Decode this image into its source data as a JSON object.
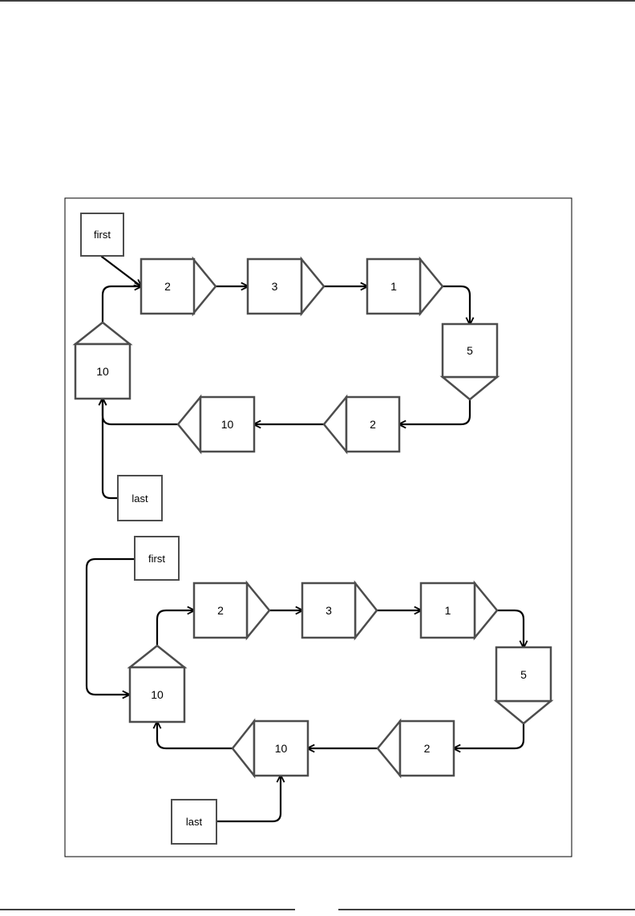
{
  "diagrams": [
    {
      "nodes": [
        "2",
        "3",
        "1",
        "5",
        "2",
        "10",
        "10"
      ],
      "pointers": [
        "first",
        "last"
      ]
    },
    {
      "nodes": [
        "2",
        "3",
        "1",
        "5",
        "2",
        "10",
        "10"
      ],
      "pointers": [
        "first",
        "last"
      ]
    }
  ]
}
